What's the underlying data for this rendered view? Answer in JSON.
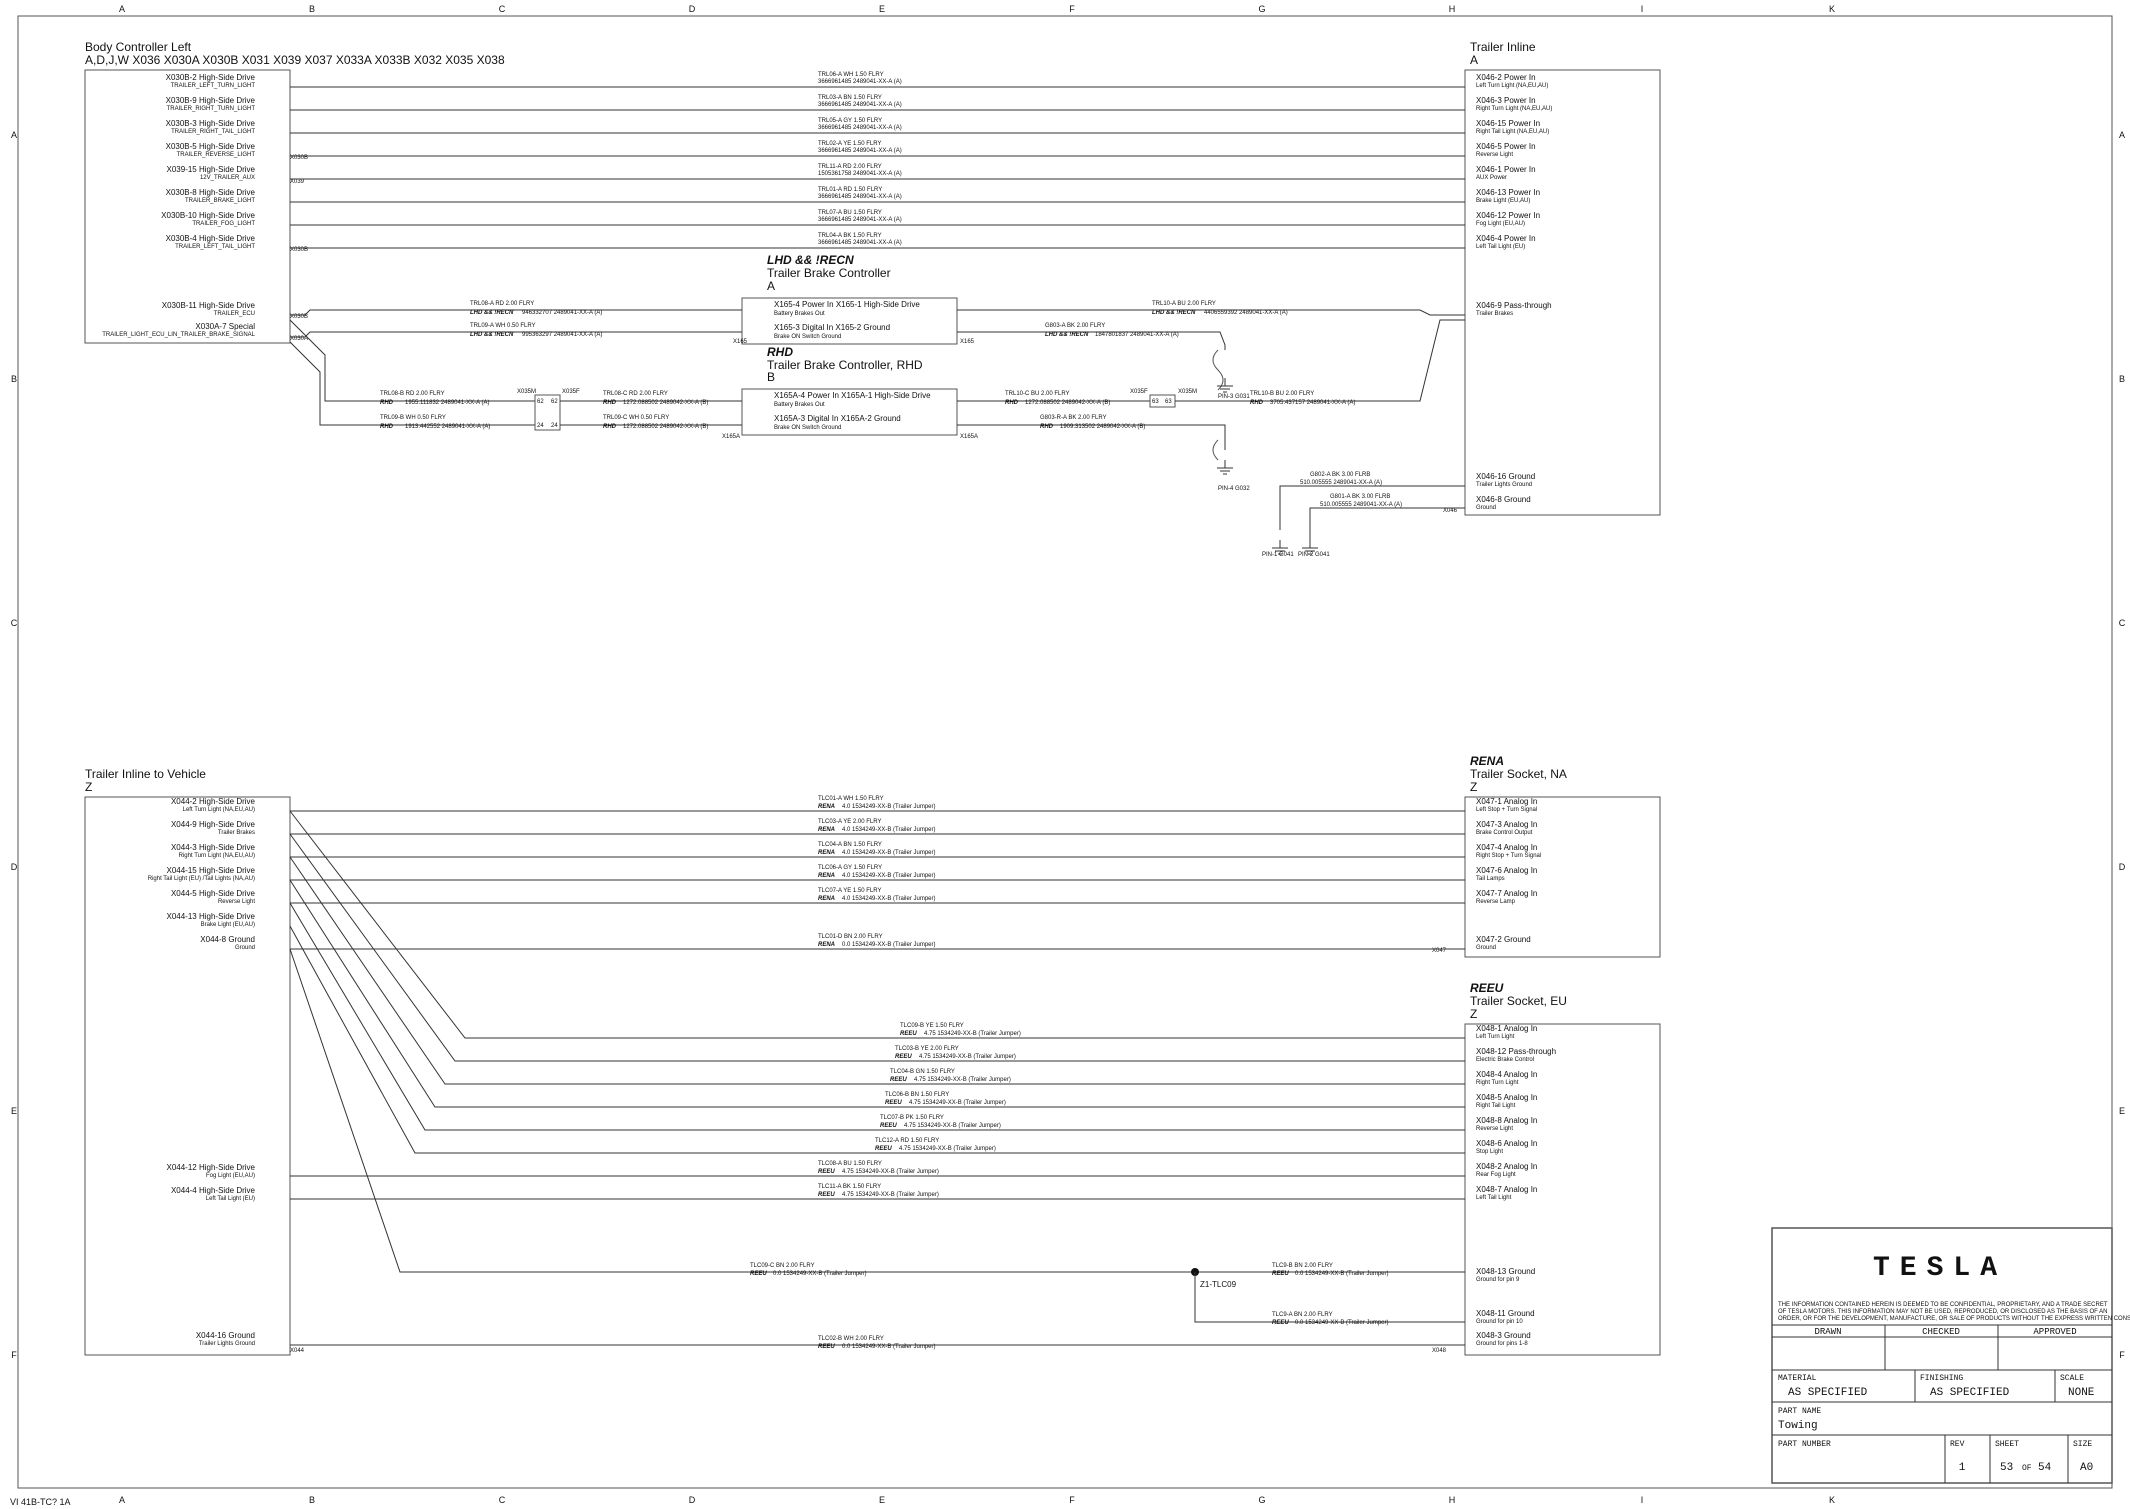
{
  "grid": {
    "cols": [
      "A",
      "B",
      "C",
      "D",
      "E",
      "F",
      "G",
      "H",
      "I",
      "K"
    ],
    "rows": [
      "A",
      "B",
      "C",
      "D",
      "E",
      "F"
    ]
  },
  "top_left_block": {
    "title": "Body Controller Left",
    "subtitle": "A,D,J,W   X036  X030A  X030B  X031  X039  X037  X033A  X033B  X032  X035  X038",
    "pins": [
      {
        "pin": "X030B-2 High-Side Drive",
        "desc": "TRAILER_LEFT_TURN_LIGHT"
      },
      {
        "pin": "X030B-9 High-Side Drive",
        "desc": "TRAILER_RIGHT_TURN_LIGHT"
      },
      {
        "pin": "X030B-3 High-Side Drive",
        "desc": "TRAILER_RIGHT_TAIL_LIGHT"
      },
      {
        "pin": "X030B-5 High-Side Drive",
        "desc": "TRAILER_REVERSE_LIGHT"
      },
      {
        "pin": "X039-15 High-Side Drive",
        "desc": "12V_TRAILER_AUX"
      },
      {
        "pin": "X030B-8 High-Side Drive",
        "desc": "TRAILER_BRAKE_LIGHT"
      },
      {
        "pin": "X030B-10 High-Side Drive",
        "desc": "TRAILER_FOG_LIGHT"
      },
      {
        "pin": "X030B-4 High-Side Drive",
        "desc": "TRAILER_LEFT_TAIL_LIGHT"
      },
      {
        "pin": "X030B-11 High-Side Drive",
        "desc": "TRAILER_ECU"
      },
      {
        "pin": "X030A-7 Special",
        "desc": "TRAILER_LIGHT_ECU_LIN_TRAILER_BRAKE_SIGNAL"
      }
    ],
    "side_labels": [
      "X030B",
      "X039",
      "X030B",
      "X030B",
      "X030A"
    ]
  },
  "top_right_block": {
    "title": "Trailer Inline",
    "subtitle": "A",
    "pins": [
      {
        "pin": "X046-2 Power In",
        "desc": "Left Turn Light (NA,EU,AU)"
      },
      {
        "pin": "X046-3 Power In",
        "desc": "Right Turn Light (NA,EU,AU)"
      },
      {
        "pin": "X046-15 Power In",
        "desc": "Right Tail Light (NA,EU,AU)"
      },
      {
        "pin": "X046-5 Power In",
        "desc": "Reverse Light"
      },
      {
        "pin": "X046-1 Power In",
        "desc": "AUX Power"
      },
      {
        "pin": "X046-13 Power In",
        "desc": "Brake Light (EU,AU)"
      },
      {
        "pin": "X046-12 Power In",
        "desc": "Fog Light (EU,AU)"
      },
      {
        "pin": "X046-4 Power In",
        "desc": "Left Tail Light (EU)"
      },
      {
        "pin": "X046-9 Pass-through",
        "desc": "Trailer Brakes"
      },
      {
        "pin": "X046-16 Ground",
        "desc": "Trailer Lights Ground"
      },
      {
        "pin": "X046-8 Ground",
        "desc": "Ground"
      }
    ],
    "side_label": "X046"
  },
  "top_wires": [
    {
      "l1": "TRL06-A   WH   1.50   FLRY",
      "l2": "3666961485   2489041-XX-A (A)"
    },
    {
      "l1": "TRL03-A   BN   1.50   FLRY",
      "l2": "3666961485   2489041-XX-A (A)"
    },
    {
      "l1": "TRL05-A   GY   1.50   FLRY",
      "l2": "3666961485   2489041-XX-A (A)"
    },
    {
      "l1": "TRL02-A   YE   1.50   FLRY",
      "l2": "3666961485   2489041-XX-A (A)"
    },
    {
      "l1": "TRL11-A   RD   2.00   FLRY",
      "l2": "1505361758   2489041-XX-A (A)"
    },
    {
      "l1": "TRL01-A   RD   1.50   FLRY",
      "l2": "3666961485   2489041-XX-A (A)"
    },
    {
      "l1": "TRL07-A   BU   1.50   FLRY",
      "l2": "3666961485   2489041-XX-A (A)"
    },
    {
      "l1": "TRL04-A   BK   1.50   FLRY",
      "l2": "3666961485   2489041-XX-A (A)"
    }
  ],
  "lhd": {
    "variant": "LHD && !RECN",
    "title": "Trailer Brake Controller",
    "sub": "A",
    "pin1": "X165-4 Power In  X165-1 High-Side Drive",
    "pin1b": "Battery                                   Brakes Out",
    "pin2": "X165-3 Digital In          X165-2 Ground",
    "pin2b": "Brake ON Switch                       Ground",
    "w1a": "TRL08-A   RD   2.00   FLRY",
    "w1b": "LHD && !RECN",
    "w1c": "946332707   2489041-XX-A (A)",
    "w2a": "TRL09-A   WH   0.50   FLRY",
    "w2b": "LHD && !RECN",
    "w2c": "995363297   2489041-XX-A (A)",
    "w3a": "TRL10-A   BU   2.00   FLRY",
    "w3b": "LHD && !RECN",
    "w3c": "4406559392   2489041-XX-A (A)",
    "w4a": "G803-A   BK   2.00   FLRY",
    "w4b": "LHD && !RECN",
    "w4c": "1847801837   2489041-XX-A (A)",
    "ground": "PIN-3 G031",
    "x165": "X165"
  },
  "rhd": {
    "variant": "RHD",
    "title": "Trailer Brake Controller, RHD",
    "sub": "B",
    "pin1": "X165A-4 Power In  X165A-1 High-Side Drive",
    "pin1b": "Battery                                   Brakes Out",
    "pin2": "X165A-3 Digital In       X165A-2 Ground",
    "pin2b": "Brake ON Switch                       Ground",
    "w1a": "TRL08-B   RD   2.00   FLRY",
    "w1b": "RHD",
    "w1c": "1955.111832   2489041-XX-A (A)",
    "w2a": "TRL09-B   WH   0.50   FLRY",
    "w2b": "RHD",
    "w2c": "1913.442552   2489041-XX-A (A)",
    "w3a": "TRL08-C   RD   2.00   FLRY",
    "w3b": "RHD",
    "w3c": "1272.088502   2489042-XX-A (B)",
    "w4a": "TRL09-C   WH   0.50   FLRY",
    "w4b": "RHD",
    "w4c": "1272.088502   2489042-XX-A (B)",
    "w5a": "TRL10-C   BU   2.00   FLRY",
    "w5b": "RHD",
    "w5c": "1272.088502   2489042-XX-A (B)",
    "w6a": "G803-R-A   BK   2.00   FLRY",
    "w6b": "RHD",
    "w6c": "1909.313502   2489042-XX-A (B)",
    "w7a": "TRL10-B   BU   2.00   FLRY",
    "w7b": "RHD",
    "w7c": "3705.437157   2489041-XX-A (A)",
    "conn1": "X035M",
    "conn2": "X035F",
    "conn3": "X035F",
    "conn4": "X035M",
    "p1": "62",
    "p2": "62",
    "p3": "24",
    "p4": "24",
    "p5": "63",
    "p6": "63",
    "ground": "PIN-4 G032",
    "x165a": "X165A"
  },
  "grounds": {
    "w1a": "G802-A   BK   3.00   FLRB",
    "w1b": "510.005555   2489041-XX-A (A)",
    "w2a": "G801-A   BK   3.00   FLRB",
    "w2b": "510.005555   2489041-XX-A (A)",
    "g1": "PIN-1 G041",
    "g2": "PIN-2 G041"
  },
  "bottom_left_block": {
    "title": "Trailer Inline to Vehicle",
    "subtitle": "Z",
    "pins": [
      {
        "pin": "X044-2 High-Side Drive",
        "desc": "Left Turn Light (NA,EU,AU)"
      },
      {
        "pin": "X044-9 High-Side Drive",
        "desc": "Trailer Brakes"
      },
      {
        "pin": "X044-3 High-Side Drive",
        "desc": "Right Turn Light (NA,EU,AU)"
      },
      {
        "pin": "X044-15 High-Side Drive",
        "desc": "Right Tail Light (EU) /Tail Lights (NA,AU)"
      },
      {
        "pin": "X044-5 High-Side Drive",
        "desc": "Reverse Light"
      },
      {
        "pin": "X044-13 High-Side Drive",
        "desc": "Brake Light (EU,AU)"
      },
      {
        "pin": "X044-8 Ground",
        "desc": "Ground"
      },
      {
        "pin": "X044-12 High-Side Drive",
        "desc": "Fog Light (EU,AU)"
      },
      {
        "pin": "X044-4 High-Side Drive",
        "desc": "Left Tail Light (EU)"
      },
      {
        "pin": "X044-16 Ground",
        "desc": "Trailer Lights Ground"
      }
    ],
    "side_label": "X044"
  },
  "rena_block": {
    "variant": "RENA",
    "title": "Trailer Socket, NA",
    "subtitle": "Z",
    "pins": [
      {
        "pin": "X047-1 Analog In",
        "desc": "Left Stop + Turn Signal"
      },
      {
        "pin": "X047-3 Analog In",
        "desc": "Brake Control Output"
      },
      {
        "pin": "X047-4 Analog In",
        "desc": "Right Stop + Turn Signal"
      },
      {
        "pin": "X047-6 Analog In",
        "desc": "Tail Lamps"
      },
      {
        "pin": "X047-7 Analog In",
        "desc": "Reverse Lamp"
      },
      {
        "pin": "X047-2 Ground",
        "desc": "Ground"
      }
    ],
    "side_label": "X047"
  },
  "rena_wires": [
    {
      "l1": "TLC01-A   WH   1.50   FLRY",
      "v": "RENA",
      "l2": "4.0     1534249-XX-B (Trailer Jumper)"
    },
    {
      "l1": "TLC03-A   YE   2.00   FLRY",
      "v": "RENA",
      "l2": "4.0     1534249-XX-B (Trailer Jumper)"
    },
    {
      "l1": "TLC04-A   BN   1.50   FLRY",
      "v": "RENA",
      "l2": "4.0     1534249-XX-B (Trailer Jumper)"
    },
    {
      "l1": "TLC06-A   GY   1.50   FLRY",
      "v": "RENA",
      "l2": "4.0     1534249-XX-B (Trailer Jumper)"
    },
    {
      "l1": "TLC07-A   YE   1.50   FLRY",
      "v": "RENA",
      "l2": "4.0     1534249-XX-B (Trailer Jumper)"
    },
    {
      "l1": "TLC01-D   BN   2.00   FLRY",
      "v": "RENA",
      "l2": "0.0     1534249-XX-B (Trailer Jumper)"
    }
  ],
  "reeu_block": {
    "variant": "REEU",
    "title": "Trailer Socket, EU",
    "subtitle": "Z",
    "pins": [
      {
        "pin": "X048-1 Analog In",
        "desc": "Left Turn Light"
      },
      {
        "pin": "X048-12 Pass-through",
        "desc": "Electric Brake Control"
      },
      {
        "pin": "X048-4 Analog In",
        "desc": "Right Turn Light"
      },
      {
        "pin": "X048-5 Analog In",
        "desc": "Right Tail Light"
      },
      {
        "pin": "X048-8 Analog In",
        "desc": "Reverse Light"
      },
      {
        "pin": "X048-6 Analog In",
        "desc": "Stop Light"
      },
      {
        "pin": "X048-2 Analog In",
        "desc": "Rear Fog Light"
      },
      {
        "pin": "X048-7 Analog In",
        "desc": "Left Tail Light"
      },
      {
        "pin": "X048-13 Ground",
        "desc": "Ground for pin 9"
      },
      {
        "pin": "X048-11 Ground",
        "desc": "Ground for pin 10"
      },
      {
        "pin": "X048-3 Ground",
        "desc": "Ground for pins 1-8"
      }
    ],
    "side_label": "X048"
  },
  "reeu_wires": [
    {
      "l1": "TLC09-B   YE   1.50   FLRY",
      "v": "REEU",
      "l2": "4.75     1534249-XX-B (Trailer Jumper)"
    },
    {
      "l1": "TLC03-B   YE   2.00   FLRY",
      "v": "REEU",
      "l2": "4.75     1534249-XX-B (Trailer Jumper)"
    },
    {
      "l1": "TLC04-B   GN   1.50   FLRY",
      "v": "REEU",
      "l2": "4.75     1534249-XX-B (Trailer Jumper)"
    },
    {
      "l1": "TLC06-B   BN   1.50   FLRY",
      "v": "REEU",
      "l2": "4.75     1534249-XX-B (Trailer Jumper)"
    },
    {
      "l1": "TLC07-B   PK   1.50   FLRY",
      "v": "REEU",
      "l2": "4.75     1534249-XX-B (Trailer Jumper)"
    },
    {
      "l1": "TLC12-A   RD   1.50   FLRY",
      "v": "REEU",
      "l2": "4.75     1534249-XX-B (Trailer Jumper)"
    },
    {
      "l1": "TLC08-A   BU   1.50   FLRY",
      "v": "REEU",
      "l2": "4.75     1534249-XX-B (Trailer Jumper)"
    },
    {
      "l1": "TLC11-A   BK   1.50   FLRY",
      "v": "REEU",
      "l2": "4.75     1534249-XX-B (Trailer Jumper)"
    },
    {
      "l1": "TLC09-C   BN   2.00   FLRY",
      "v": "REEU",
      "l2": "0.0     1534249-XX-B (Trailer Jumper)"
    },
    {
      "l1": "TLC9-B   BN   2.00   FLRY",
      "v": "REEU",
      "l2": "0.0     1534249-XX-B (Trailer Jumper)"
    },
    {
      "l1": "TLC9-A   BN   2.00   FLRY",
      "v": "REEU",
      "l2": "0.0     1534249-XX-B (Trailer Jumper)"
    },
    {
      "l1": "TLC02-B   WH   2.00   FLRY",
      "v": "REEU",
      "l2": "0.0     1534249-XX-B (Trailer Jumper)"
    }
  ],
  "splice": "Z1-TLC09",
  "title_block": {
    "brand": "TESLA",
    "notice": "THE INFORMATION CONTAINED HEREIN IS DEEMED TO BE CONFIDENTIAL, PROPRIETARY, AND A TRADE SECRET OF TESLA MOTORS. THIS INFORMATION MAY NOT BE USED, REPRODUCED, OR DISCLOSED AS THE BASIS OF AN ORDER, OR FOR THE DEVELOPMENT, MANUFACTURE, OR SALE OF PRODUCTS WITHOUT THE EXPRESS WRITTEN CONSENT OF TESLA MOTORS.",
    "drawn": "DRAWN",
    "checked": "CHECKED",
    "approved": "APPROVED",
    "material_label": "MATERIAL",
    "material": "AS SPECIFIED",
    "finishing_label": "FINISHING",
    "finishing": "AS SPECIFIED",
    "scale_label": "SCALE",
    "scale": "NONE",
    "part_name_label": "PART NAME",
    "part_name": "Towing",
    "part_number_label": "PART NUMBER",
    "rev_label": "REV",
    "rev": "1",
    "sheet_label": "SHEET",
    "sheet": "53",
    "of": "OF",
    "sheet_total": "54",
    "size_label": "SIZE",
    "size": "A0"
  }
}
